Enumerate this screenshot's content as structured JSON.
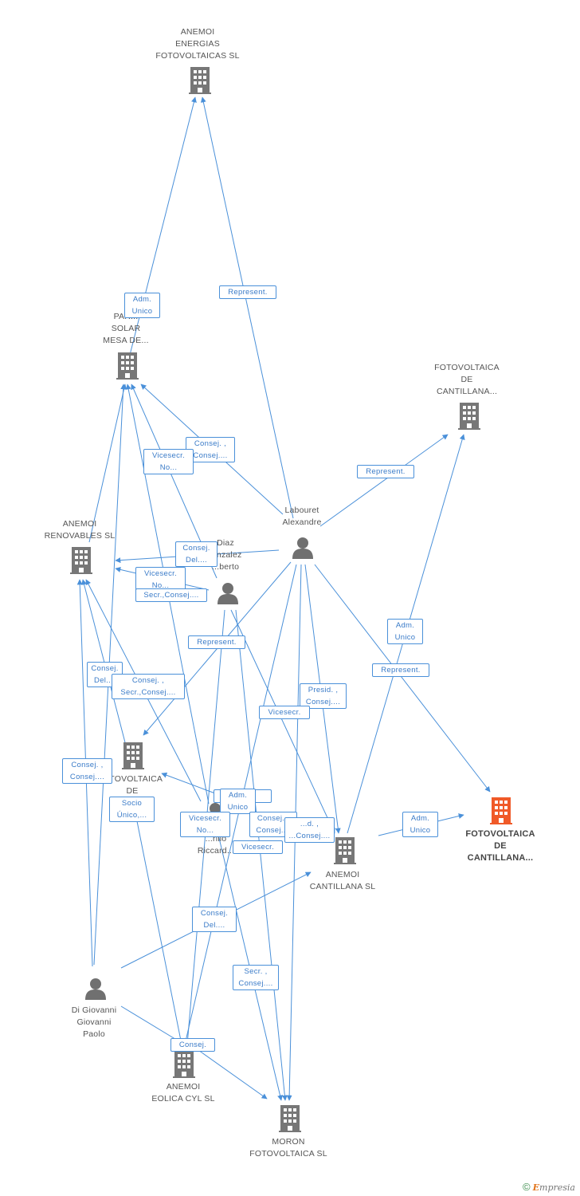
{
  "colors": {
    "edge": "#4a90d9",
    "company_icon": "#777777",
    "main_icon": "#f05a28",
    "person_icon": "#707070"
  },
  "nodes": {
    "anemoi_energias": {
      "label": "ANEMOI\nENERGIAS\nFOTOVOLTAICAS SL",
      "icon": "building-icon"
    },
    "parque_solar": {
      "label": "PAR...\nSOLAR\nMESA DE...",
      "icon": "building-icon"
    },
    "fotovoltaica_cantillana_top": {
      "label": "FOTOVOLTAICA\nDE\nCANTILLANA...",
      "icon": "building-icon"
    },
    "anemoi_renovables": {
      "label": "ANEMOI\nRENOVABLES SL",
      "icon": "building-icon"
    },
    "labouret": {
      "label": "Labouret\nAlexandre",
      "icon": "person-icon"
    },
    "diaz": {
      "label": "Diaz\n...nzalez\n...berto",
      "icon": "person-icon"
    },
    "fotovoltaica_de_c": {
      "label": "...TOVOLTAICA\nDE\nC...",
      "icon": "building-icon"
    },
    "cirillo": {
      "label": "...rillo\nRiccard...",
      "icon": "person-icon"
    },
    "anemoi_cantillana": {
      "label": "ANEMOI\nCANTILLANA SL",
      "icon": "building-icon"
    },
    "fotovoltaica_main": {
      "label": "FOTOVOLTAICA\nDE\nCANTILLANA...",
      "icon": "building-icon"
    },
    "digiovanni": {
      "label": "Di Giovanni\nGiovanni\nPaolo",
      "icon": "person-icon"
    },
    "anemoi_eolica": {
      "label": "ANEMOI\nEOLICA CYL  SL",
      "icon": "building-icon"
    },
    "moron": {
      "label": "MORON\nFOTOVOLTAICA SL",
      "icon": "building-icon"
    }
  },
  "edge_labels": [
    "Adm.\nUnico",
    "Represent.",
    "Represent.",
    "Consej. ,\nConsej....",
    "Vicesecr.\nNo...",
    "Consej.\nDel....",
    "Vicesecr.\nNo...",
    "Secr.,Consej....",
    "Represent.",
    "Adm.\nUnico",
    "Represent.",
    "Consej.\nDel....",
    "Consej. ,\nSecr.,Consej....",
    "Presid. ,\nConsej....",
    "Vicesecr.",
    "Consej. ,\nConsej....",
    "Socio\nÚnico,...",
    "...t.",
    "Adm.\nUnico",
    "Vicesecr.\nNo...",
    "Consej. ,\nConsej....",
    "...d. ,\n...Consej....",
    "Vicesecr.",
    "Adm.\nUnico",
    "Consej.\nDel....",
    "Secr. ,\nConsej....",
    "Consej."
  ],
  "footer": {
    "copyright": "©",
    "brand_e": "E",
    "brand_rest": "mpresia"
  }
}
